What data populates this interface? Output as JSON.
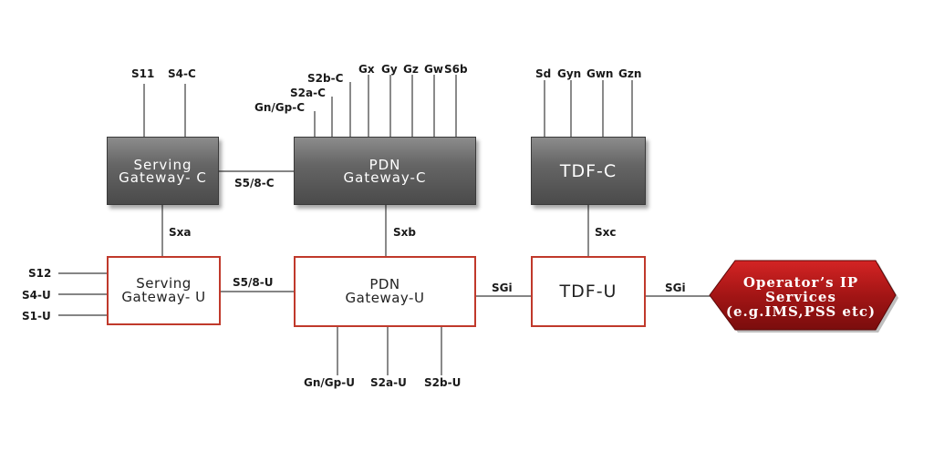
{
  "nodes": {
    "sgw_c": "Serving\nGateway- C",
    "pgw_c": "PDN\nGateway-C",
    "tdf_c": "TDF-C",
    "sgw_u": "Serving\nGateway- U",
    "pgw_u": "PDN\nGateway-U",
    "tdf_u": "TDF-U",
    "operator": "Operator’s IP\nServices\n(e.g.IMS,PSS etc)"
  },
  "interfaces": {
    "s11": "S11",
    "s4c": "S4-C",
    "s2bc": "S2b-C",
    "s2ac": "S2a-C",
    "gngpc": "Gn/Gp-C",
    "gx": "Gx",
    "gy": "Gy",
    "gz": "Gz",
    "gw": "Gw",
    "s6b": "S6b",
    "sd": "Sd",
    "gyn": "Gyn",
    "gwn": "Gwn",
    "gzn": "Gzn",
    "s58c": "S5/8-C",
    "sxa": "Sxa",
    "sxb": "Sxb",
    "sxc": "Sxc",
    "s12": "S12",
    "s4u": "S4-U",
    "s1u": "S1-U",
    "s58u": "S5/8-U",
    "sgi_1": "SGi",
    "sgi_2": "SGi",
    "gngpu": "Gn/Gp-U",
    "s2au": "S2a-U",
    "s2bu": "S2b-U"
  },
  "colors": {
    "accent_red": "#c0392b",
    "operator_red": "#a31515",
    "dark_node": "#5a5a5a",
    "line": "#3c3c3c"
  }
}
